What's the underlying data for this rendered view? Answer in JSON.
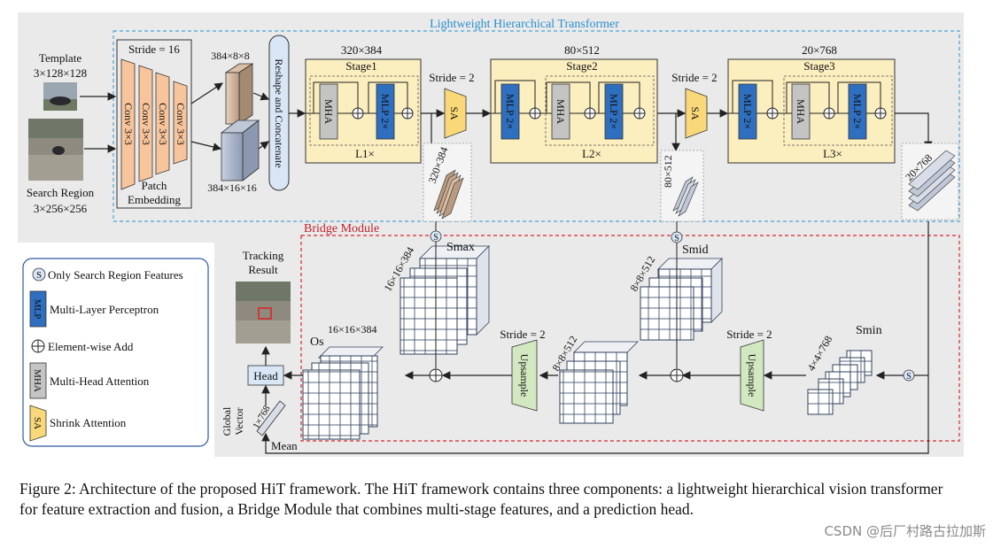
{
  "diagram": {
    "title": "Lightweight Hierarchical Transformer",
    "bridge_title": "Bridge Module",
    "inputs": {
      "template_label": "Template",
      "template_size": "3×128×128",
      "search_label": "Search Region",
      "search_size": "3×256×256"
    },
    "patch_embedding": {
      "stride": "Stride = 16",
      "conv_label": "Conv 3×3",
      "label_line1": "Patch",
      "label_line2": "Embedding",
      "out_template": "384×8×8",
      "out_search": "384×16×16"
    },
    "reshape_label": "Reshape and Concatenate",
    "stages": [
      {
        "size": "320×384",
        "name": "Stage1",
        "repeat": "L1×",
        "tokens": "320×384"
      },
      {
        "size": "80×512",
        "name": "Stage2",
        "repeat": "L2×",
        "tokens": "80×512"
      },
      {
        "size": "20×768",
        "name": "Stage3",
        "repeat": "L3×",
        "tokens": "20×768"
      }
    ],
    "blocks": {
      "mha": "MHA",
      "mlp": "MLP 2×",
      "sa": "SA"
    },
    "stride2": "Stride = 2",
    "s_symbol": "S",
    "bridge": {
      "smax_size": "16×16×384",
      "smax_label": "Smax",
      "smid_size": "8×8×512",
      "smid_label": "Smid",
      "smin_size": "4×4×768",
      "smin_label": "Smin",
      "os_size": "16×16×384",
      "os_label": "Os",
      "up_size": "8×8×512",
      "upsample": "Upsample"
    },
    "head": {
      "tracking_line1": "Tracking",
      "tracking_line2": "Result",
      "head_label": "Head",
      "global_vector_line1": "Global",
      "global_vector_line2": "Vector",
      "global_vector_size": "1×768",
      "mean": "Mean"
    },
    "legend": [
      {
        "icon": "S",
        "text": "Only Search Region Features"
      },
      {
        "icon": "MLP",
        "text": "Multi-Layer Perceptron"
      },
      {
        "icon": "⊕",
        "text": "Element-wise Add"
      },
      {
        "icon": "MHA",
        "text": "Multi-Head Attention"
      },
      {
        "icon": "SA",
        "text": "Shrink Attention"
      }
    ],
    "colors": {
      "stage_fill": "#fbeebf",
      "mlp_blue": "#2f6fc0",
      "mha_gray": "#c4c4c4",
      "sa_yellow": "#f8d878",
      "upsample_green": "#d2e8c0",
      "reshape_blue": "#d8e6f6",
      "hier_border": "#49a3d8",
      "bridge_border": "#d6282e",
      "panel_gray": "#eaeaea"
    }
  },
  "caption": {
    "text": "Figure 2: Architecture of the proposed HiT framework. The HiT framework contains three components: a lightweight hierarchical vision transformer for feature extraction and fusion, a Bridge Module that combines multi-stage features, and a prediction head."
  },
  "watermark": "CSDN @后厂村路古拉加斯"
}
